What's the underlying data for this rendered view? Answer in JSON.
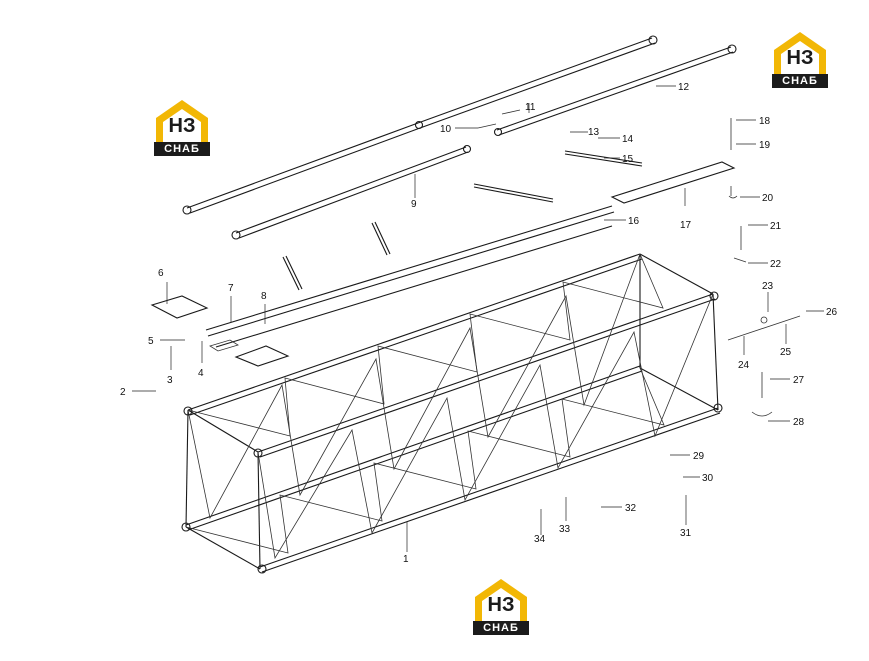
{
  "brand": {
    "logo_main": "НЗ",
    "logo_sub": "СНАБ",
    "accent_color": "#f2b705",
    "dark_color": "#1b1b1b"
  },
  "callouts": [
    "1",
    "2",
    "3",
    "4",
    "5",
    "6",
    "7",
    "8",
    "9",
    "10",
    "11",
    "12",
    "13",
    "14",
    "15",
    "16",
    "17",
    "18",
    "19",
    "20",
    "21",
    "22",
    "23",
    "24",
    "25",
    "26",
    "27",
    "28",
    "29",
    "30",
    "31",
    "32",
    "33",
    "34"
  ]
}
